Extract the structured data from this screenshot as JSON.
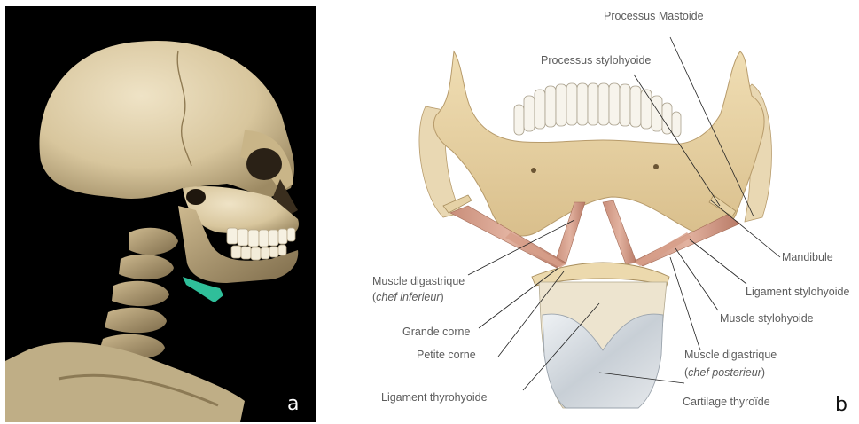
{
  "panel_a": {
    "letter": "a",
    "letter_color": "#ffffff",
    "highlight_color": "#2fbf9a"
  },
  "panel_b": {
    "letter": "b",
    "letter_color": "#111111",
    "labels": {
      "processus_mastoide": "Processus Mastoide",
      "processus_stylohyoide": "Processus stylohyoide",
      "mandibule": "Mandibule",
      "ligament_stylohyoide": "Ligament stylohyoide",
      "muscle_stylohyoide": "Muscle stylohyoide",
      "muscle_digastrique_inf": "Muscle digastrique",
      "muscle_digastrique_inf_sub": "chef inferieur",
      "grande_corne": "Grande corne",
      "petite_corne": "Petite corne",
      "ligament_thyrohyoide": "Ligament thyrohyoide",
      "muscle_digastrique_post": "Muscle digastrique",
      "muscle_digastrique_post_sub": "chef posterieur",
      "cartilage_thyroide": "Cartilage thyroïde"
    }
  }
}
